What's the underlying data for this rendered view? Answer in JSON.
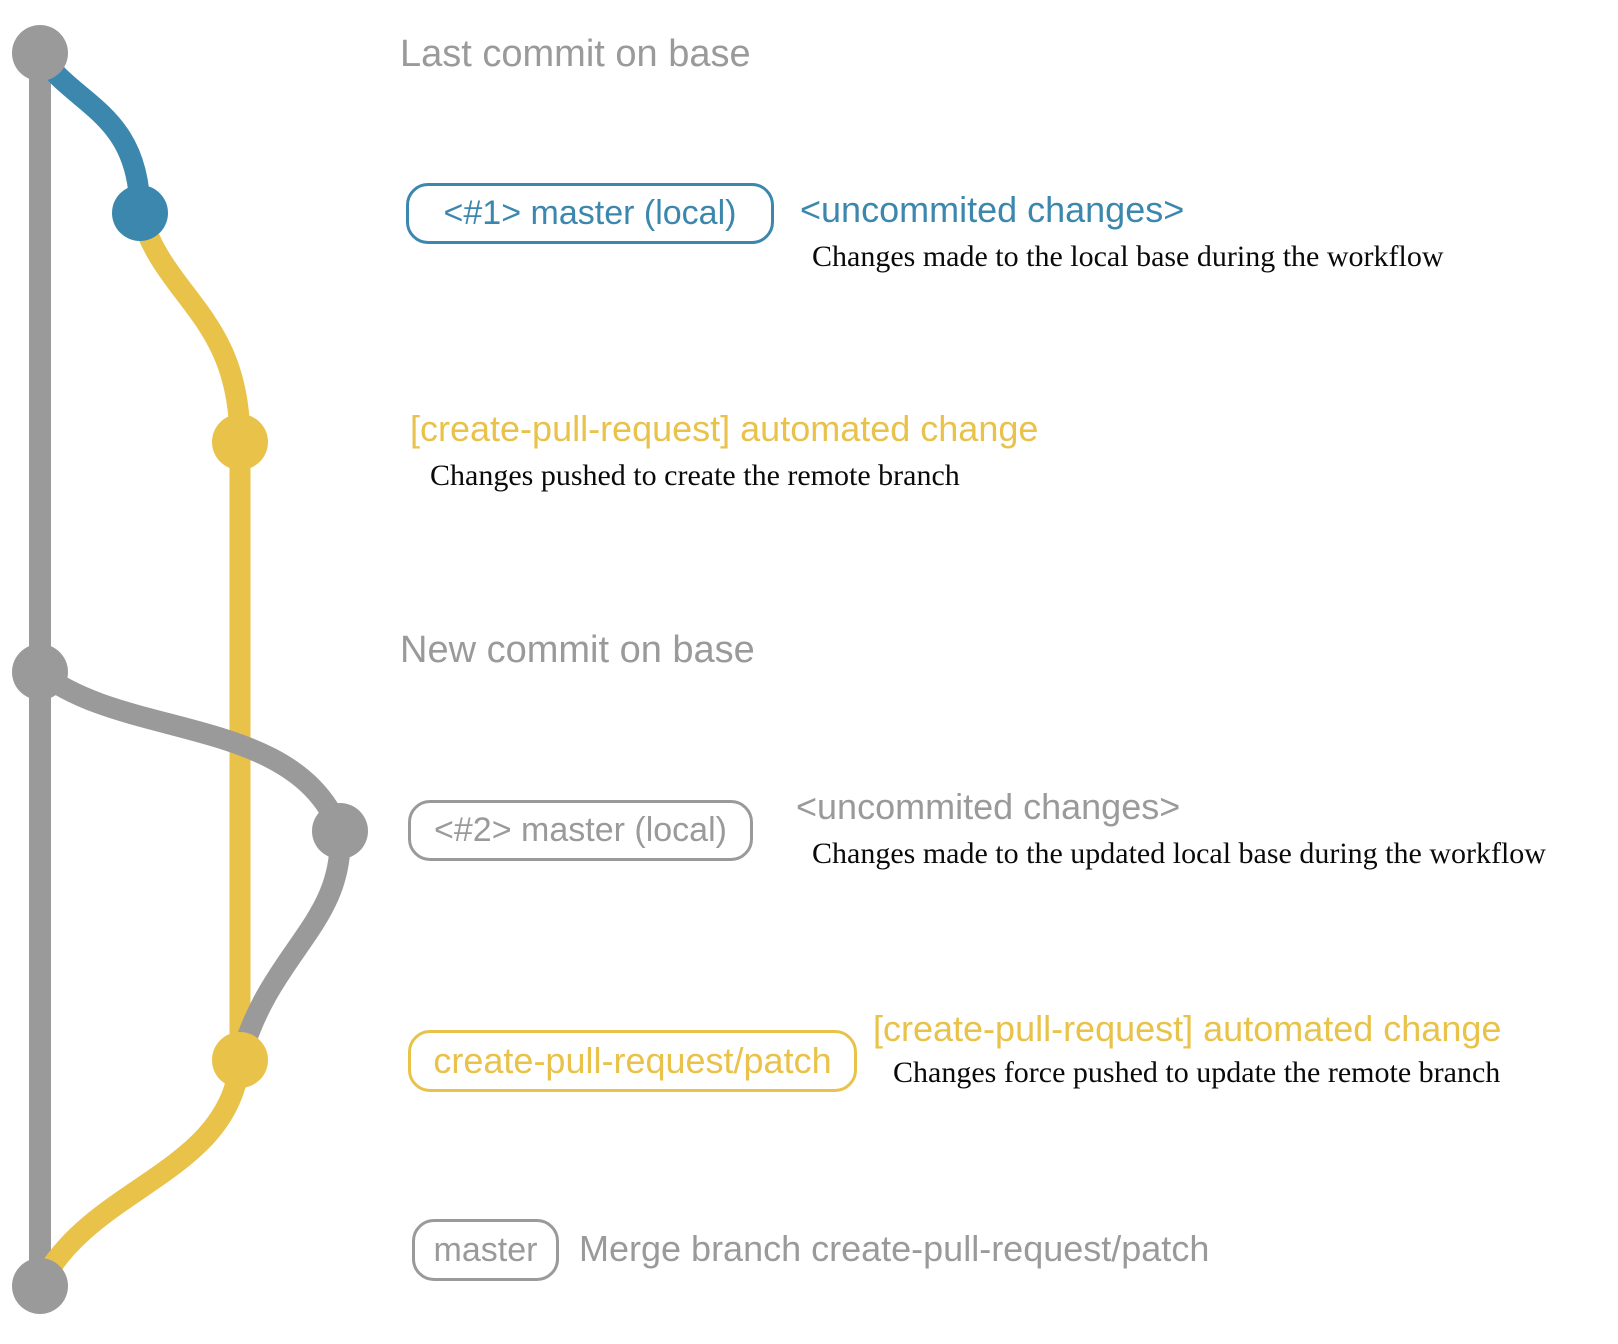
{
  "colors": {
    "gray": "#9a9a9a",
    "blue": "#3c87ad",
    "yellow": "#e9c24a",
    "ink": "#0a0a0a"
  },
  "graph": {
    "nodes": [
      {
        "name": "last-commit-on-base",
        "color": "#9a9a9a"
      },
      {
        "name": "master-local-1-commit",
        "color": "#3c87ad"
      },
      {
        "name": "automated-change-1-commit",
        "color": "#e9c24a"
      },
      {
        "name": "new-commit-on-base",
        "color": "#9a9a9a"
      },
      {
        "name": "master-local-2-commit",
        "color": "#9a9a9a"
      },
      {
        "name": "automated-change-2-commit",
        "color": "#e9c24a"
      },
      {
        "name": "merge-commit",
        "color": "#9a9a9a"
      }
    ]
  },
  "rows": {
    "last_commit": {
      "label": "Last commit on base"
    },
    "row1": {
      "pill": "<#1> master (local)",
      "message": "<uncommited changes>",
      "description": "Changes made to the local base during the workflow"
    },
    "row2": {
      "message": "[create-pull-request] automated change",
      "description": "Changes pushed to create the remote branch"
    },
    "new_commit": {
      "label": "New commit on base"
    },
    "row3": {
      "pill": "<#2> master (local)",
      "message": "<uncommited changes>",
      "description": "Changes made to the updated local base during the workflow"
    },
    "row4": {
      "pill": "create-pull-request/patch",
      "message": "[create-pull-request] automated change",
      "description": "Changes force pushed to update the remote branch"
    },
    "row5": {
      "pill": "master",
      "message": "Merge branch create-pull-request/patch"
    }
  }
}
